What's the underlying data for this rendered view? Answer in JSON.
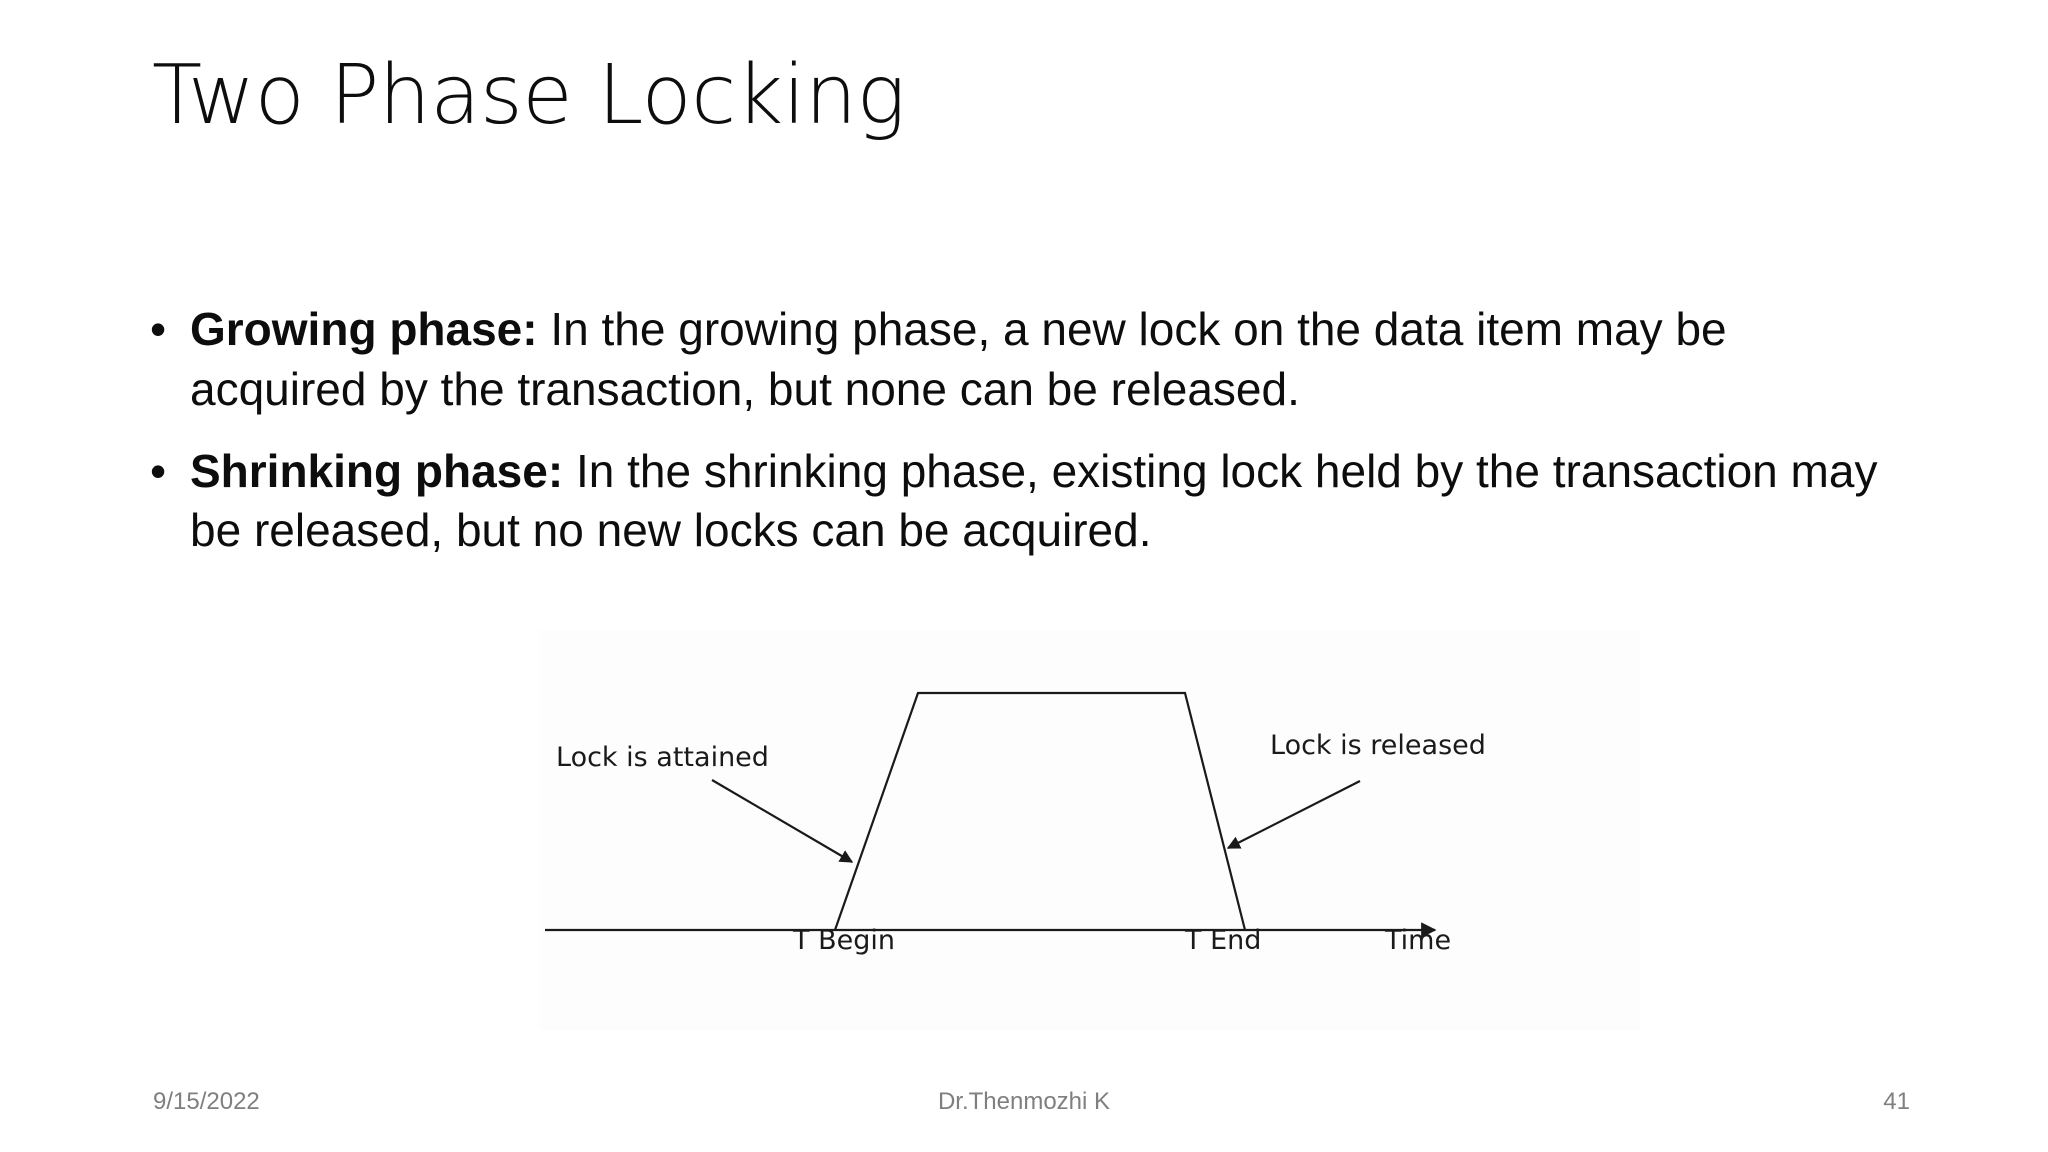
{
  "slide": {
    "title": "Two Phase Locking",
    "bullets": [
      {
        "marker": "•",
        "lead": "Growing phase:",
        "rest": " In the growing phase, a new lock on the data item may be acquired by the transaction, but none can be released."
      },
      {
        "marker": "•",
        "lead": "Shrinking phase:",
        "rest": " In the shrinking phase, existing lock held by the transaction may be released, but no new locks can be acquired."
      }
    ]
  },
  "diagram": {
    "labels": {
      "lock_attained": "Lock is attained",
      "lock_released": "Lock is released",
      "t_begin": "T Begin",
      "t_end": "T End",
      "time_axis": "Time"
    },
    "colors": {
      "stroke": "#1a1a1a",
      "background": "#fdfdfd"
    }
  },
  "footer": {
    "date": "9/15/2022",
    "author": "Dr.Thenmozhi K",
    "page_number": "41"
  },
  "theme": {
    "background": "#ffffff",
    "text": "#0d0d0d",
    "footer_text": "#7f7f7f"
  }
}
